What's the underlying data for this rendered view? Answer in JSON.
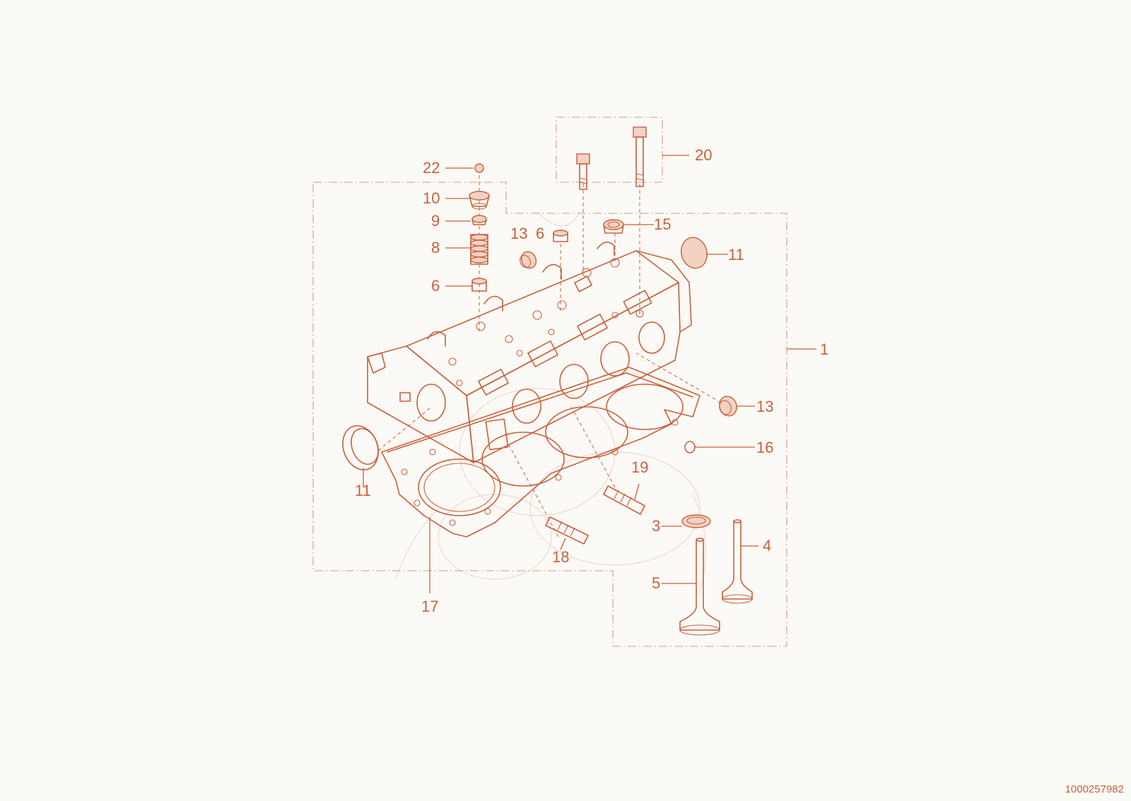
{
  "callouts": {
    "c1": "1",
    "c3": "3",
    "c4": "4",
    "c5": "5",
    "c6a": "6",
    "c6b": "6",
    "c8": "8",
    "c9": "9",
    "c10": "10",
    "c11a": "11",
    "c11b": "11",
    "c13a": "13",
    "c13b": "13",
    "c15": "15",
    "c16": "16",
    "c17": "17",
    "c18": "18",
    "c19": "19",
    "c20": "20",
    "c22": "22"
  },
  "document_number": "1000257982",
  "colors": {
    "line": "#c8603a",
    "background": "#fcfaf6",
    "frame": "#d69a80"
  }
}
